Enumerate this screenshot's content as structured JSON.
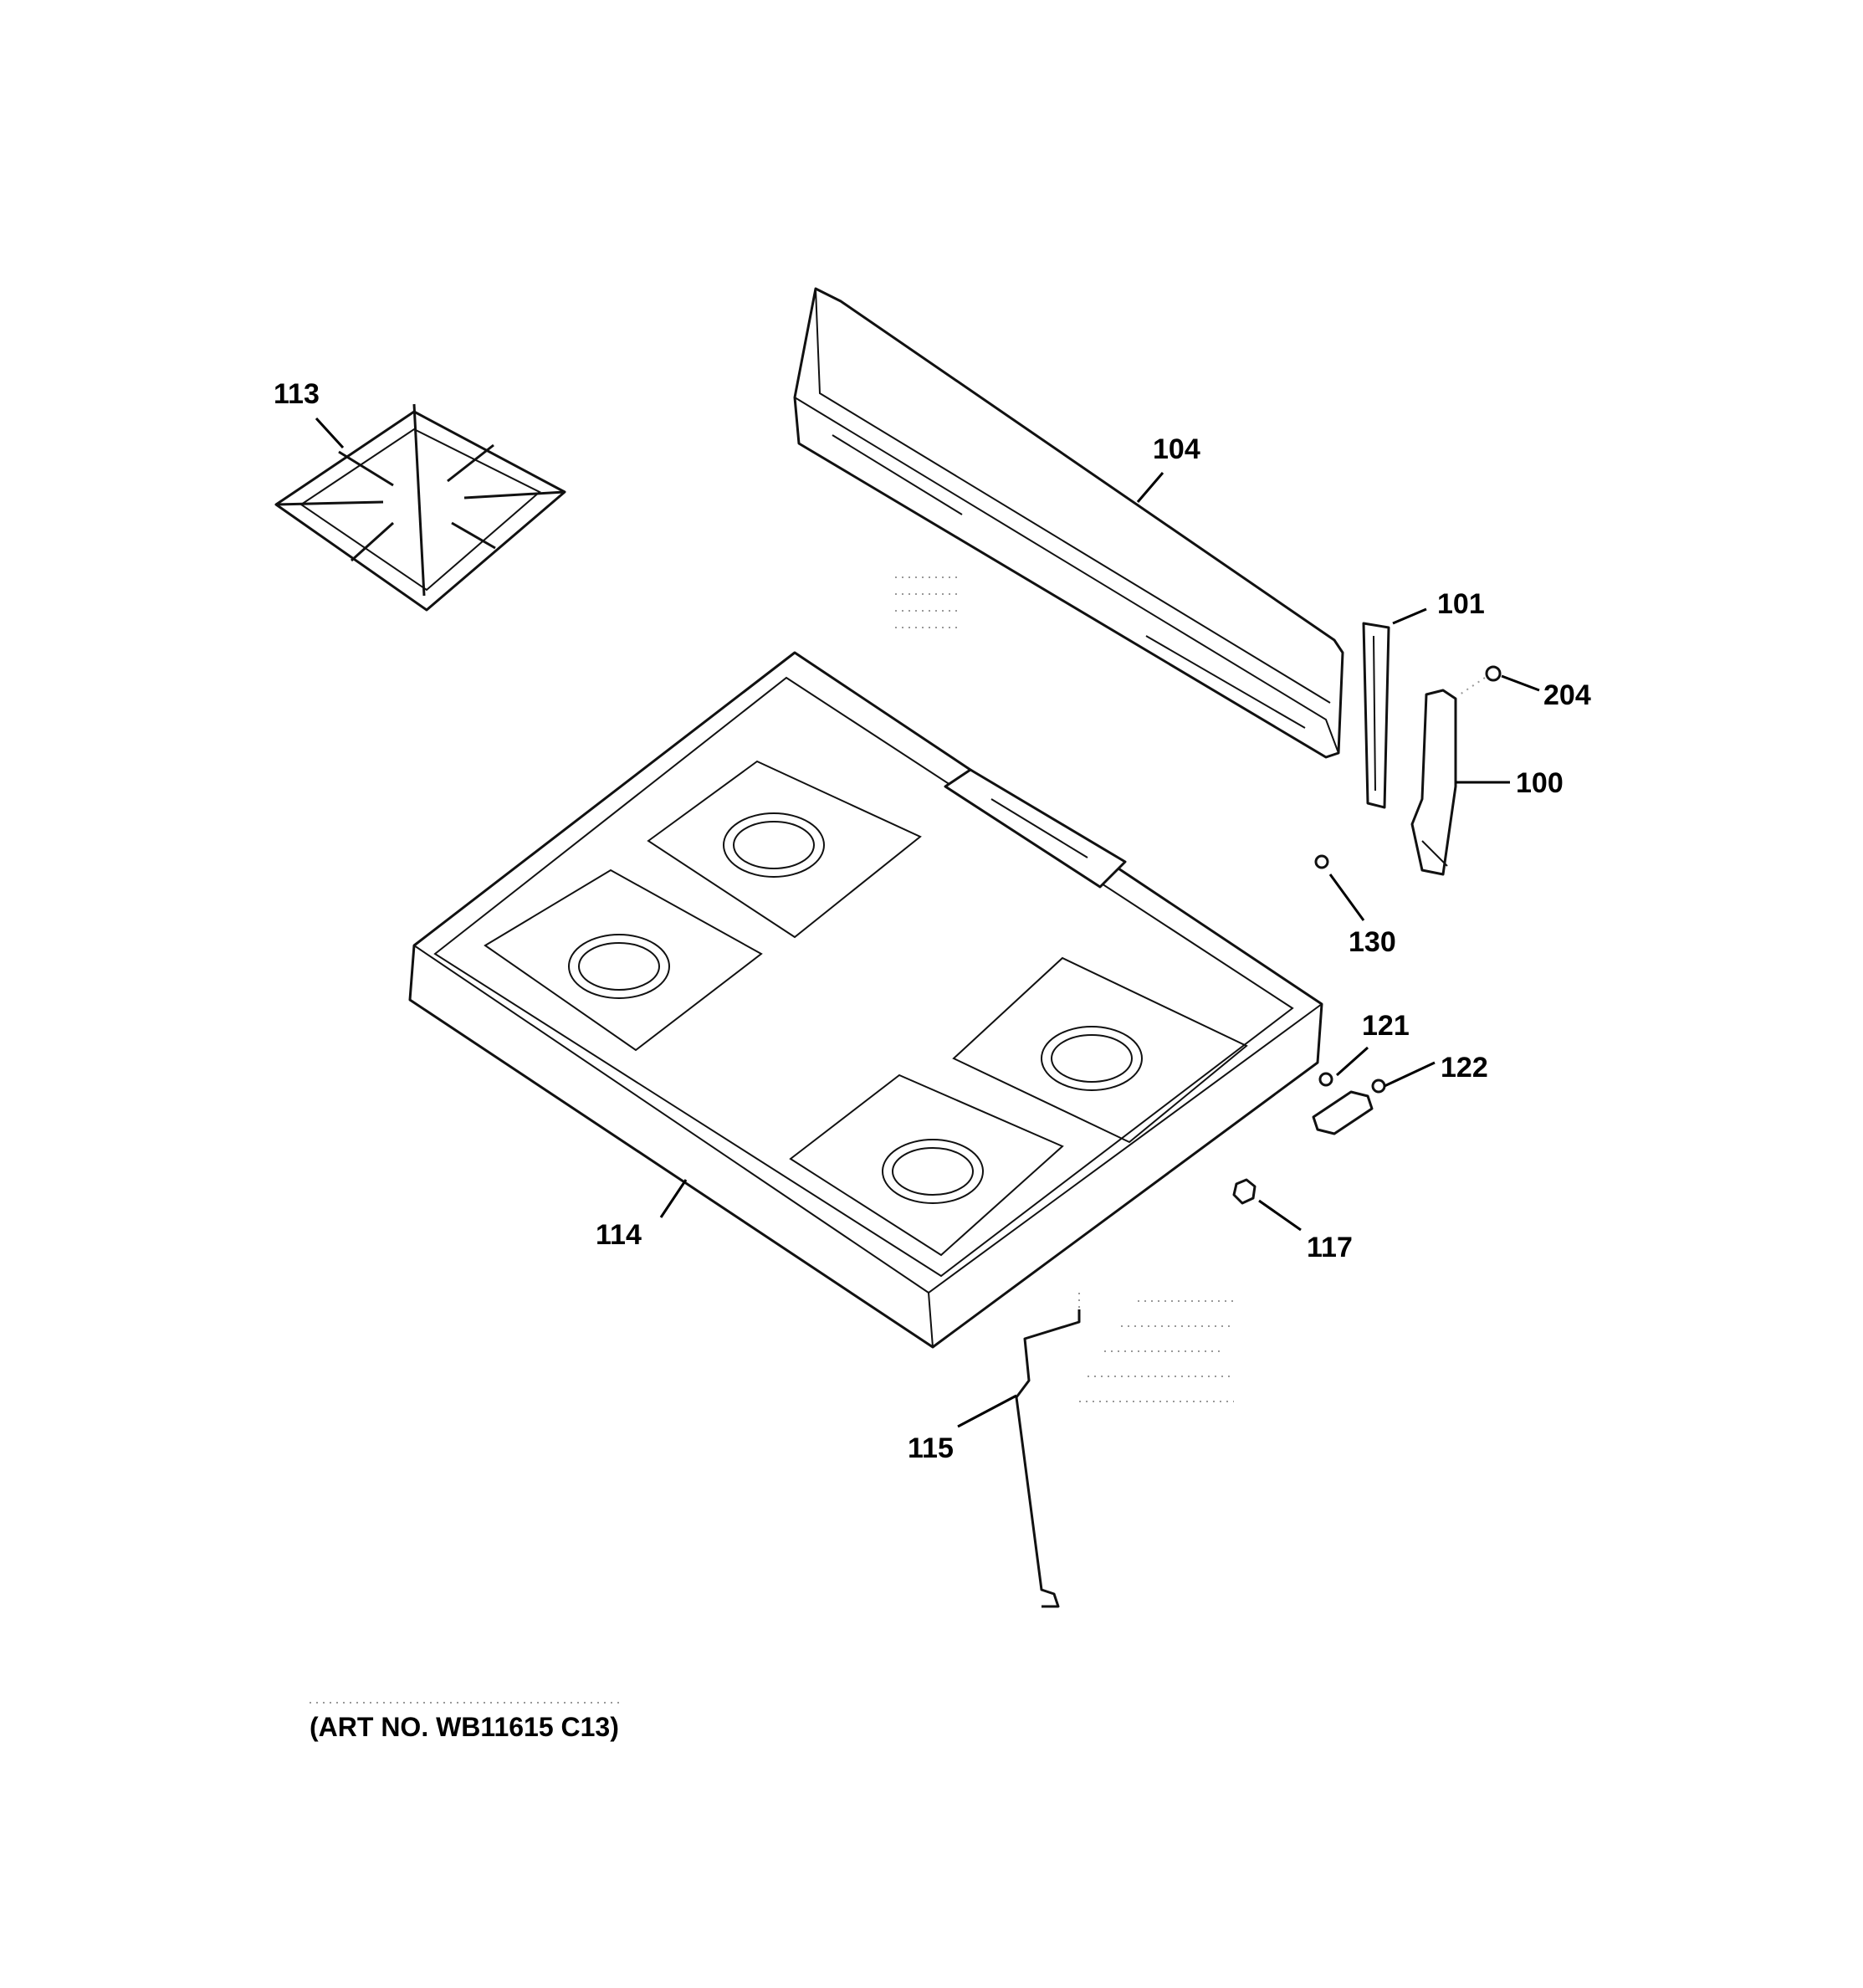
{
  "callouts": [
    {
      "id": "113",
      "text": "113"
    },
    {
      "id": "104",
      "text": "104"
    },
    {
      "id": "101",
      "text": "101"
    },
    {
      "id": "204",
      "text": "204"
    },
    {
      "id": "100",
      "text": "100"
    },
    {
      "id": "130",
      "text": "130"
    },
    {
      "id": "121",
      "text": "121"
    },
    {
      "id": "122",
      "text": "122"
    },
    {
      "id": "114",
      "text": "114"
    },
    {
      "id": "117",
      "text": "117"
    },
    {
      "id": "115",
      "text": "115"
    }
  ],
  "art_number": "(ART NO. WB11615 C13)"
}
